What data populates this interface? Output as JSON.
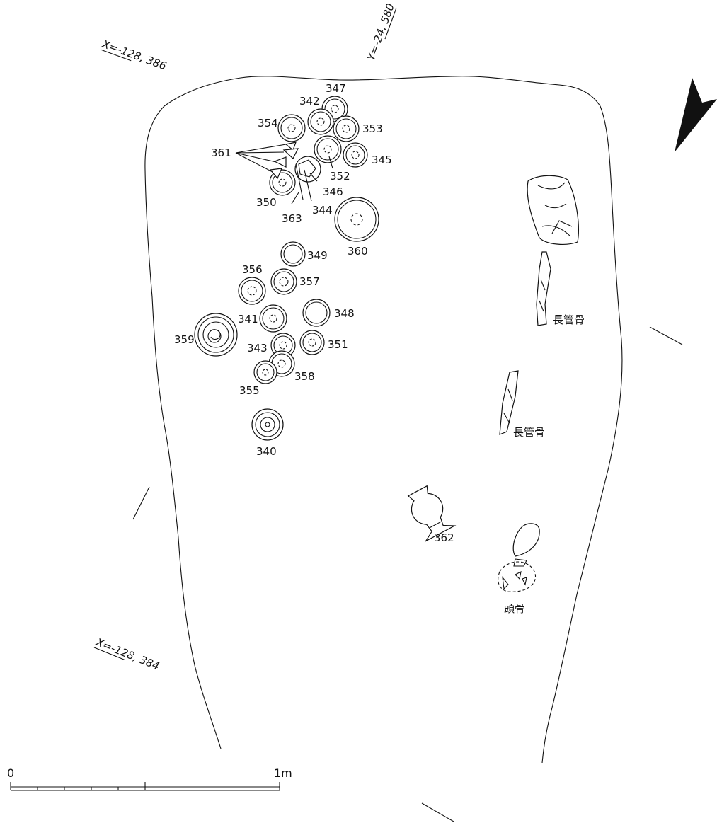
{
  "coordinates": {
    "x_top": "X=-128, 386",
    "x_bottom": "X=-128, 384",
    "y_top": "Y=-24, 580"
  },
  "bones": {
    "long_bone_upper": "長管骨",
    "long_bone_lower": "長管骨",
    "skull": "頭骨"
  },
  "scale": {
    "zero": "0",
    "one": "1m"
  },
  "vessels": [
    {
      "id": "340"
    },
    {
      "id": "341"
    },
    {
      "id": "342"
    },
    {
      "id": "343"
    },
    {
      "id": "344"
    },
    {
      "id": "345"
    },
    {
      "id": "346"
    },
    {
      "id": "347"
    },
    {
      "id": "348"
    },
    {
      "id": "349"
    },
    {
      "id": "350"
    },
    {
      "id": "351"
    },
    {
      "id": "352"
    },
    {
      "id": "353"
    },
    {
      "id": "354"
    },
    {
      "id": "355"
    },
    {
      "id": "356"
    },
    {
      "id": "357"
    },
    {
      "id": "358"
    },
    {
      "id": "359"
    },
    {
      "id": "360"
    },
    {
      "id": "361"
    },
    {
      "id": "362"
    },
    {
      "id": "363"
    }
  ]
}
